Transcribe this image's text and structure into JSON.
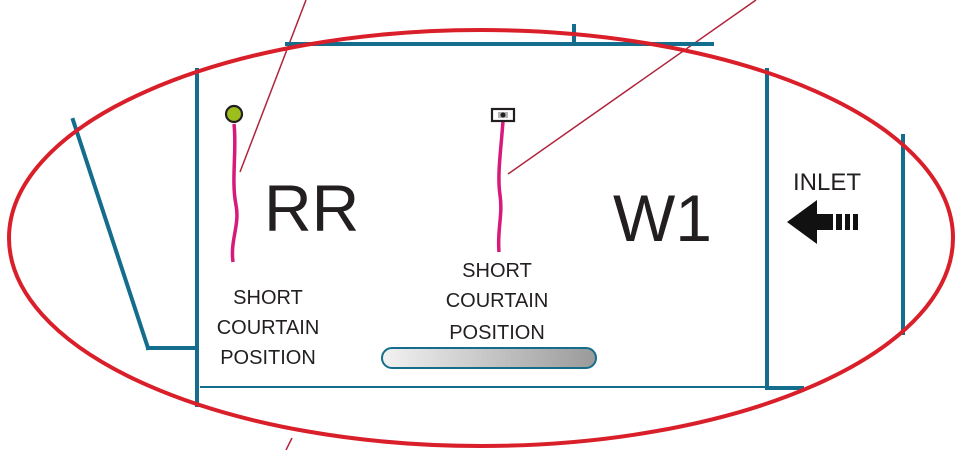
{
  "room_labels": {
    "left": "RR",
    "right": "W1"
  },
  "inlet_label": "INLET",
  "sensor_labels": {
    "left": [
      "SHORT",
      "COURTAIN",
      "POSITION"
    ],
    "center": [
      "SHORT",
      "COURTAIN",
      "POSITION"
    ]
  },
  "icons": {
    "left_sensor": "green-round-sensor-icon",
    "center_sensor": "square-sensor-icon",
    "inlet_arrow": "left-arrow-icon"
  },
  "colors": {
    "wall": "#146d8c",
    "highlight_ellipse": "#d91f2a",
    "pointer_lines": "#b0243a",
    "sensor_cable": "#d6197a",
    "sensor_green": "#9cbf1d",
    "text": "#231f20"
  }
}
